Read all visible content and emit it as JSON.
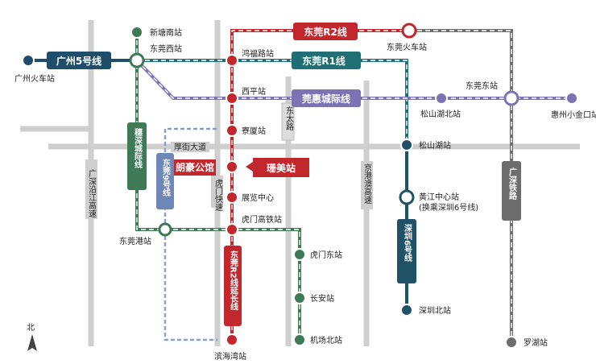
{
  "lines": {
    "gz5": {
      "label": "广州5号线",
      "color": "#1f4e6b"
    },
    "r2": {
      "label": "东莞R2线",
      "color": "#c1272d"
    },
    "r1": {
      "label": "东莞R1线",
      "color": "#1f6f74",
      "sub": ""
    },
    "hz": {
      "label": "莞惠城际线",
      "color": "#7b73b3"
    },
    "ss": {
      "label": "穗深城际线",
      "color": "#3d7a55"
    },
    "dg9": {
      "label": "东莞9号线",
      "color": "#6f87b8",
      "sub": ""
    },
    "r2ext": {
      "label": "东莞R2线延长线",
      "color": "#c1272d"
    },
    "sz6": {
      "label": "深圳6号线",
      "color": "#1f5266"
    },
    "gs": {
      "label": "广深铁路",
      "color": "#6d6d6d"
    }
  },
  "stations": [
    {
      "id": "guangzhou",
      "label": "广州火车站",
      "color": "#1f4e6b"
    },
    {
      "id": "xintangnan",
      "label": "新塘南站",
      "color": "#3d7a55"
    },
    {
      "id": "dongguanxi",
      "label": "东莞西站",
      "color": "#3d7a55"
    },
    {
      "id": "hongfulu",
      "label": "鸿福路站",
      "color": "#c1272d"
    },
    {
      "id": "xiping",
      "label": "西平站",
      "color": "#c1272d"
    },
    {
      "id": "zhaiwu",
      "label": "寮厦站",
      "color": "#c1272d"
    },
    {
      "id": "shanmei",
      "label": "珊美站",
      "color": "#c1272d"
    },
    {
      "id": "zhanlan",
      "label": "展览中心",
      "color": "#c1272d"
    },
    {
      "id": "humen",
      "label": "虎门高铁站",
      "color": "#c1272d"
    },
    {
      "id": "dongguangang",
      "label": "东莞港站",
      "color": "#3d7a55"
    },
    {
      "id": "binhaiwan",
      "label": "滨海湾站",
      "color": "#c1272d"
    },
    {
      "id": "humendong",
      "label": "虎门东站",
      "color": "#3d7a55"
    },
    {
      "id": "changan",
      "label": "长安站",
      "color": "#3d7a55"
    },
    {
      "id": "jichangbei",
      "label": "机场北站",
      "color": "#3d7a55"
    },
    {
      "id": "dongguanhuoche",
      "label": "东莞火车站",
      "color": "#c1272d"
    },
    {
      "id": "songshanhubei",
      "label": "松山湖北站",
      "color": "#7b73b3"
    },
    {
      "id": "dongguandong",
      "label": "东莞东站",
      "color": "#7b73b3"
    },
    {
      "id": "huizhou",
      "label": "惠州小金口站",
      "color": "#7b73b3"
    },
    {
      "id": "songshanhu",
      "label": "松山湖站",
      "color": "#1f5266"
    },
    {
      "id": "huangjiang",
      "label": "黄江中心站",
      "sub": "(换乘深圳6号线)",
      "color": "#1f5266"
    },
    {
      "id": "shenzhenbei",
      "label": "深圳北站",
      "color": "#1f5266"
    },
    {
      "id": "luohu",
      "label": "罗湖站",
      "color": "#6d6d6d"
    }
  ],
  "roads": [
    {
      "id": "guangshen",
      "label": "广深沿江高速"
    },
    {
      "id": "jingzhu",
      "label": "京港澳高速"
    },
    {
      "id": "humengaosu",
      "label": "虎门快速"
    },
    {
      "id": "xuefu",
      "label": "厚街大道"
    },
    {
      "id": "dongtai",
      "label": "东太路"
    }
  ],
  "landmarks": {
    "project": "朗豪公馆",
    "highlight_station": "珊美站"
  },
  "compass": "北"
}
